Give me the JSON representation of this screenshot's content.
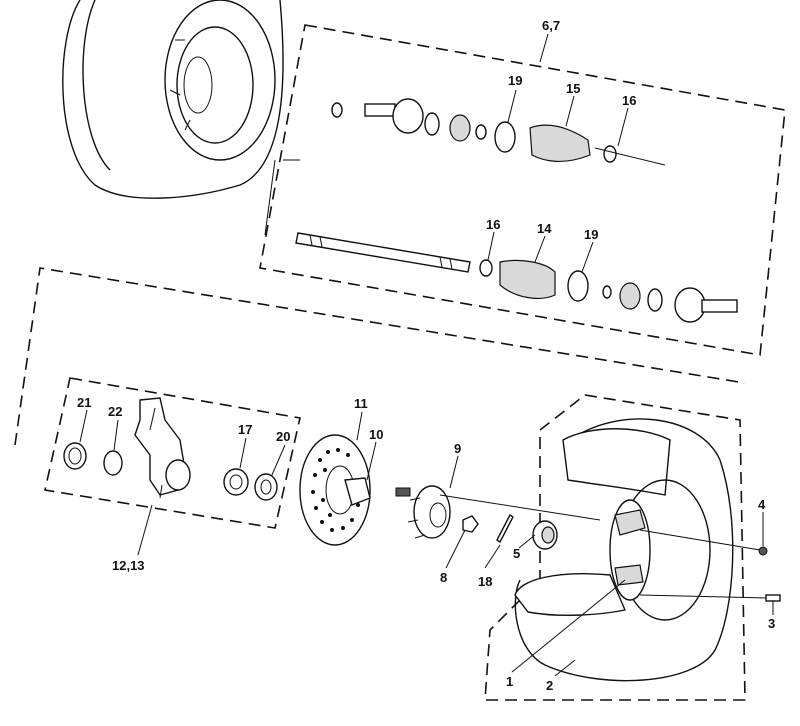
{
  "diagram": {
    "labels": {
      "p1": "1",
      "p2": "2",
      "p3": "3",
      "p4": "4",
      "p5": "5",
      "p67": "6,7",
      "p8": "8",
      "p9": "9",
      "p10": "10",
      "p11": "11",
      "p1213": "12,13",
      "p14": "14",
      "p15": "15",
      "p16a": "16",
      "p16b": "16",
      "p17": "17",
      "p18": "18",
      "p19a": "19",
      "p19b": "19",
      "p20": "20",
      "p21": "21",
      "p22": "22"
    }
  }
}
